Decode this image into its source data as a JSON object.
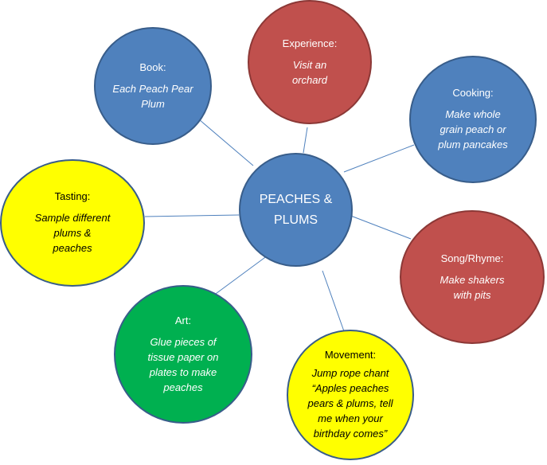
{
  "center": {
    "label_line1": "PEACHES &",
    "label_line2": "PLUMS"
  },
  "nodes": {
    "book": {
      "title": "Book:",
      "detail": [
        "Each Peach Pear",
        "Plum"
      ]
    },
    "experience": {
      "title": "Experience:",
      "detail": [
        "Visit an",
        "orchard"
      ]
    },
    "cooking": {
      "title": "Cooking:",
      "detail": [
        "Make whole",
        "grain peach or",
        "plum pancakes"
      ]
    },
    "tasting": {
      "title": "Tasting:",
      "detail": [
        "Sample different",
        "plums &",
        "peaches"
      ]
    },
    "song": {
      "title": "Song/Rhyme:",
      "detail": [
        "Make shakers",
        "with pits"
      ]
    },
    "art": {
      "title": "Art:",
      "detail": [
        "Glue pieces of",
        "tissue paper on",
        "plates to make",
        "peaches"
      ]
    },
    "movement": {
      "title": "Movement:",
      "detail": [
        "Jump rope chant",
        "“Apples peaches",
        "pears & plums, tell",
        "me when your",
        "birthday comes”"
      ]
    }
  },
  "colors": {
    "blue": "#4f81bd",
    "red": "#c0504d",
    "yellow": "#ffff00",
    "green": "#00b050"
  }
}
